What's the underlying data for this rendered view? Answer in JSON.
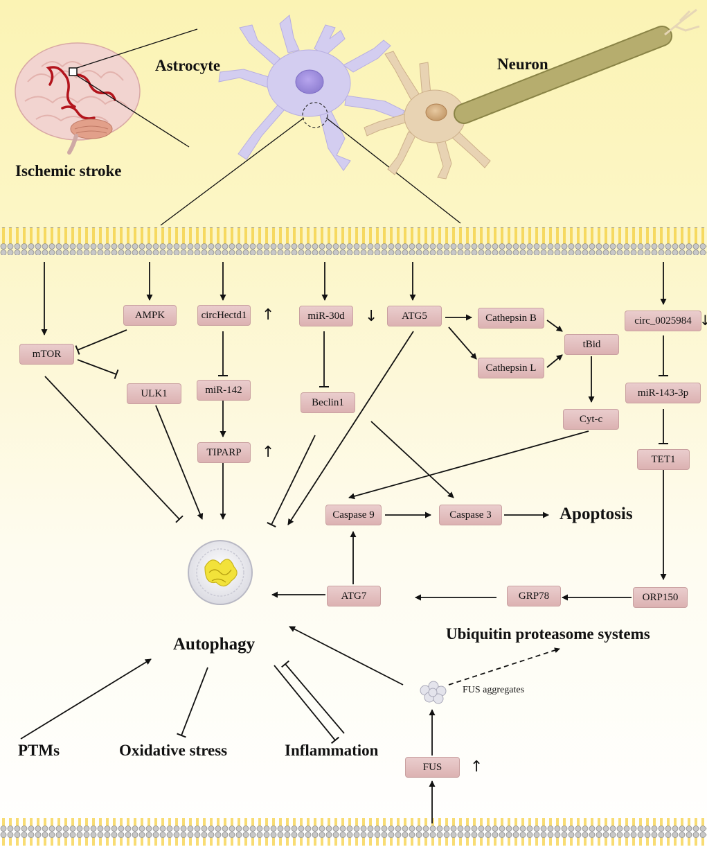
{
  "labels": {
    "astrocyte": "Astrocyte",
    "neuron": "Neuron",
    "ischemic_stroke": "Ischemic  stroke",
    "apoptosis": "Apoptosis",
    "autophagy": "Autophagy",
    "ups": "Ubiquitin proteasome systems",
    "fus_aggregates": "FUS aggregates",
    "ptms": "PTMs",
    "oxidative_stress": "Oxidative stress",
    "inflammation": "Inflammation"
  },
  "nodes": {
    "ampk": "AMPK",
    "circhectd1": "circHectd1",
    "mir30d": "miR-30d",
    "atg5": "ATG5",
    "cathepsin_b": "Cathepsin B",
    "cathepsin_l": "Cathepsin L",
    "tbid": "tBid",
    "circ0025984": "circ_0025984",
    "mtor": "mTOR",
    "ulk1": "ULK1",
    "mir142": "miR-142",
    "beclin1": "Beclin1",
    "cytc": "Cyt-c",
    "mir143": "miR-143-3p",
    "tiparp": "TIPARP",
    "tet1": "TET1",
    "caspase9": "Caspase 9",
    "caspase3": "Caspase 3",
    "atg7": "ATG7",
    "grp78": "GRP78",
    "orp150": "ORP150",
    "fus": "FUS"
  },
  "indicators": {
    "circhectd1": "↑",
    "mir30d": "↓",
    "circ0025984": "↓",
    "tiparp": "↑",
    "fus": "↑"
  },
  "colors": {
    "background_top": "#fbf3b4",
    "membrane_head": "#c8c8c8",
    "membrane_tail": "#f3c928",
    "node_fill": "#e2c1c1",
    "astrocyte": "#d3cdf0",
    "neuron_body": "#e8d3b3",
    "axon": "#a8a064",
    "brain": "#f2d4d0",
    "vessel": "#b3141c"
  }
}
